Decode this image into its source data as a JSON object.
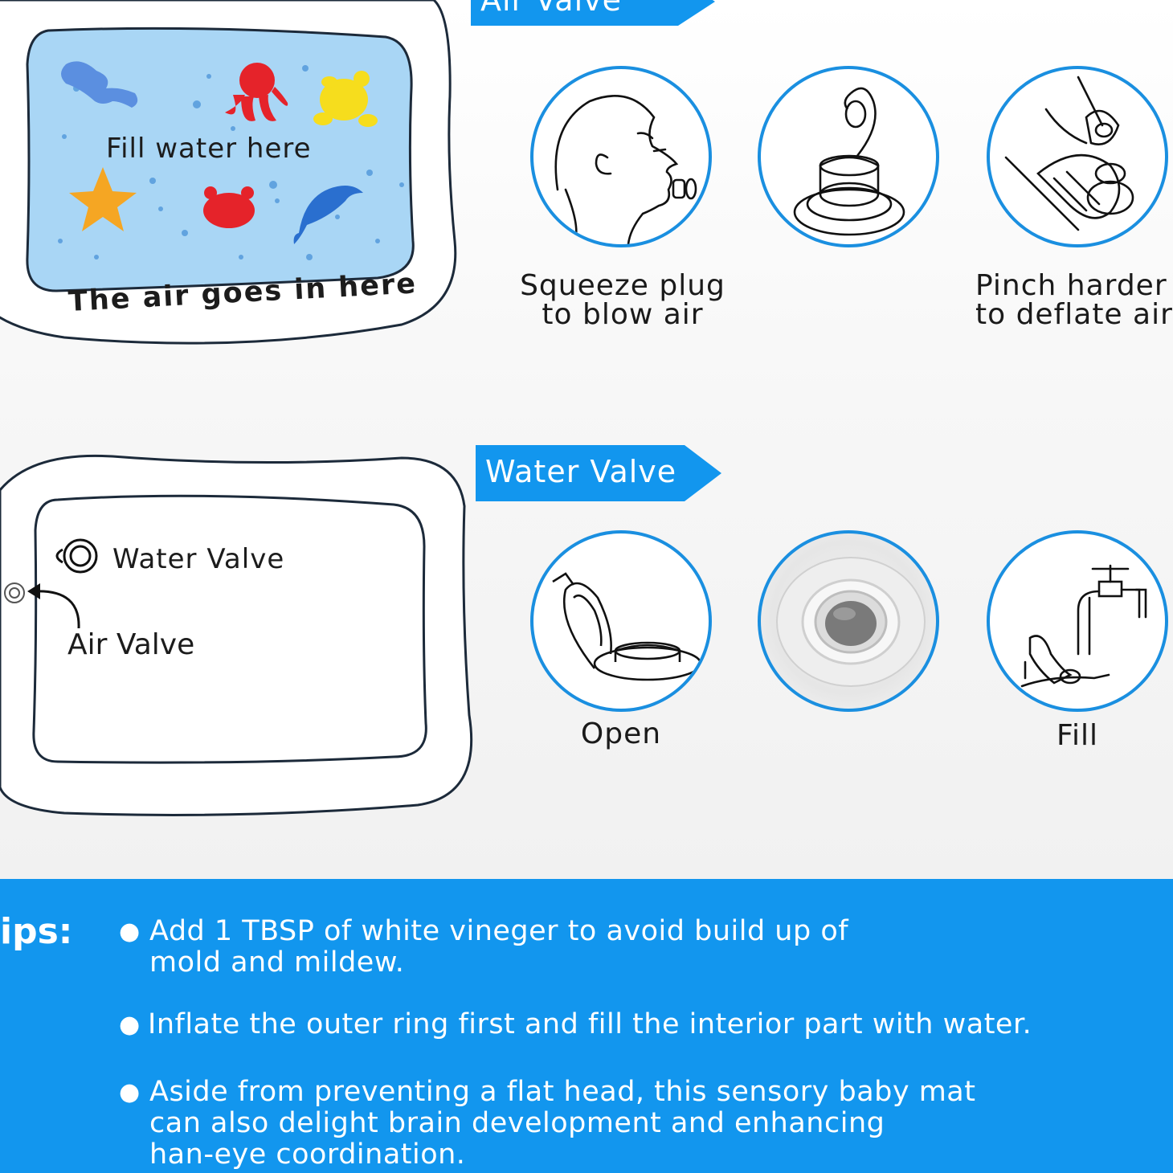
{
  "air_mat": {
    "fill_label": "Fill water here",
    "air_label": "The air goes in here"
  },
  "air_valve_section": {
    "banner": "Air Valve",
    "steps": [
      {
        "icon": "blow-air-icon",
        "caption_lines": [
          "Squeeze plug",
          "to blow air"
        ]
      },
      {
        "icon": "air-plug-icon",
        "caption_lines": []
      },
      {
        "icon": "pinch-valve-icon",
        "caption_lines": [
          "Pinch harder",
          "to deflate air"
        ]
      }
    ]
  },
  "water_mat": {
    "water_valve_label": "Water Valve",
    "air_valve_label": "Air Valve"
  },
  "water_valve_section": {
    "banner": "Water Valve",
    "steps": [
      {
        "icon": "open-cap-icon",
        "caption": "Open"
      },
      {
        "icon": "valve-photo-icon",
        "caption": ""
      },
      {
        "icon": "faucet-fill-icon",
        "caption": "Fill"
      }
    ]
  },
  "tips": {
    "title": "ips:",
    "items": [
      "Add 1 TBSP of white vineger to avoid build up of\nmold and mildew.",
      "Inflate the outer ring first and fill the interior part with water.",
      "Aside from preventing a flat head, this sensory baby mat\ncan also delight brain development and enhancing\nhan-eye coordination."
    ],
    "bullet": "●"
  },
  "colors": {
    "brand_blue": "#1296ee",
    "circle_border": "#1a8fe0",
    "water_fill": "#a9d6f5"
  }
}
